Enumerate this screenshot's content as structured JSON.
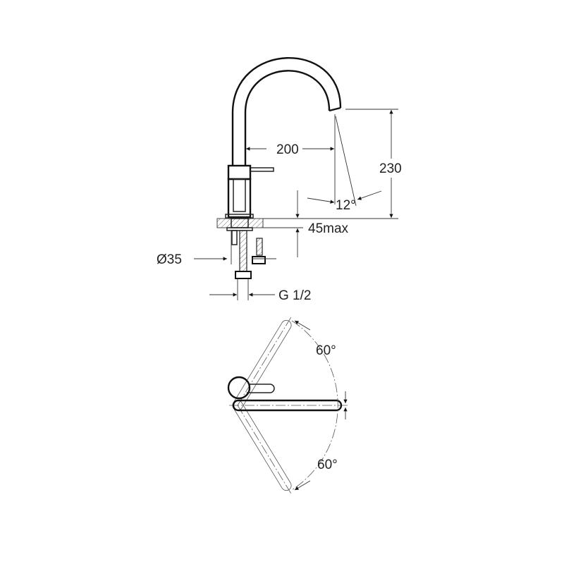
{
  "side_view": {
    "reach_label": "200",
    "height_label": "230",
    "angle_label": "12°",
    "counter_label": "45max",
    "hole_label": "Ø35",
    "thread_label": "G 1/2"
  },
  "top_view": {
    "swivel_up_label": "60°",
    "swivel_down_label": "60°"
  },
  "colors": {
    "line": "#111111",
    "background": "#ffffff"
  }
}
